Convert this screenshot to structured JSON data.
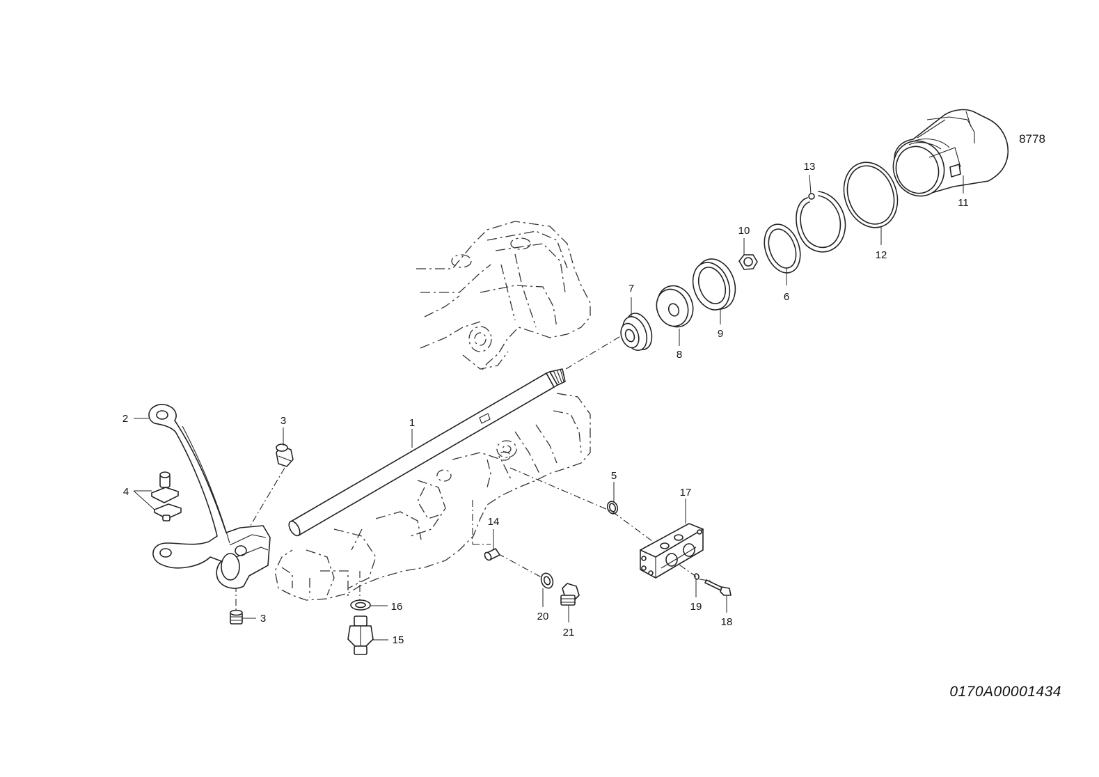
{
  "figure_number": "8778",
  "drawing_code": "0170A00001434",
  "callouts": {
    "c1": "1",
    "c2": "2",
    "c3a": "3",
    "c3b": "3",
    "c4": "4",
    "c5": "5",
    "c6": "6",
    "c7": "7",
    "c8": "8",
    "c9": "9",
    "c10": "10",
    "c11": "11",
    "c12": "12",
    "c13": "13",
    "c14": "14",
    "c15": "15",
    "c16": "16",
    "c17": "17",
    "c18": "18",
    "c19": "19",
    "c20": "20",
    "c21": "21"
  }
}
